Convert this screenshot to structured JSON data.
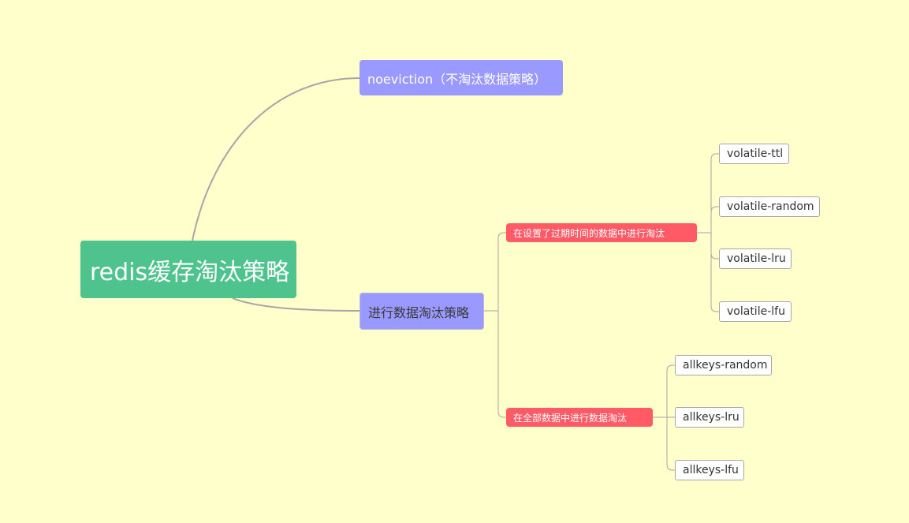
{
  "mindmap": {
    "root": {
      "label": "redis缓存淘汰策略"
    },
    "noeviction": {
      "label": "noeviction（不淘汰数据策略）"
    },
    "evict": {
      "label": "进行数据淘汰策略",
      "volatile_group": {
        "label": "在设置了过期时间的数据中进行淘汰",
        "items": [
          "volatile-ttl",
          "volatile-random",
          "volatile-lru",
          "volatile-lfu"
        ]
      },
      "allkeys_group": {
        "label": "在全部数据中进行数据淘汰",
        "items": [
          "allkeys-random",
          "allkeys-lru",
          "allkeys-lfu"
        ]
      }
    }
  },
  "colors": {
    "background": "#ffffcc",
    "root": "#4ec38e",
    "branch": "#9999ff",
    "group": "#ff5a66",
    "leaf_border": "#a8a8a8",
    "connector": "#a6a6a6"
  }
}
